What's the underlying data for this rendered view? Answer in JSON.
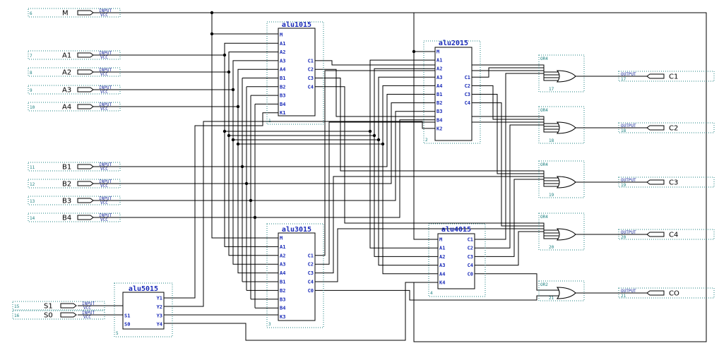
{
  "colors": {
    "wire": "#000000",
    "frame": "#1c8080",
    "text": "#1a2bb8"
  },
  "pin_texts": {
    "input": "INPUT",
    "vcc": "VCC",
    "output": "OUTPUT"
  },
  "inputs": [
    {
      "name": "M",
      "num": "6"
    },
    {
      "name": "A1",
      "num": "7"
    },
    {
      "name": "A2",
      "num": "8"
    },
    {
      "name": "A3",
      "num": "9"
    },
    {
      "name": "A4",
      "num": "10"
    },
    {
      "name": "B1",
      "num": "11"
    },
    {
      "name": "B2",
      "num": "12"
    },
    {
      "name": "B3",
      "num": "13"
    },
    {
      "name": "B4",
      "num": "14"
    },
    {
      "name": "S1",
      "num": "15"
    },
    {
      "name": "S0",
      "num": "16"
    }
  ],
  "outputs": [
    {
      "name": "C1",
      "num": "17"
    },
    {
      "name": "C2",
      "num": "18"
    },
    {
      "name": "C3",
      "num": "19"
    },
    {
      "name": "C4",
      "num": "20"
    },
    {
      "name": "CO",
      "num": "21"
    }
  ],
  "blocks": [
    {
      "id": "alu1",
      "title": "alu1015",
      "inst": "1",
      "left": [
        "M",
        "A1",
        "A2",
        "A3",
        "A4",
        "B1",
        "B2",
        "B3",
        "B4",
        "K1"
      ],
      "right": [
        "",
        "",
        "",
        "C1",
        "C2",
        "C3",
        "C4",
        "",
        "",
        ""
      ]
    },
    {
      "id": "alu2",
      "title": "alu2015",
      "inst": "2",
      "left": [
        "M",
        "A1",
        "A2",
        "A3",
        "A4",
        "B1",
        "B2",
        "B3",
        "B4",
        "K2"
      ],
      "right": [
        "",
        "",
        "",
        "C1",
        "C2",
        "C3",
        "C4",
        "",
        "",
        ""
      ]
    },
    {
      "id": "alu3",
      "title": "alu3015",
      "inst": "3",
      "left": [
        "M",
        "A1",
        "A2",
        "A3",
        "A4",
        "B1",
        "B2",
        "B3",
        "B4",
        "K3"
      ],
      "right": [
        "",
        "",
        "C1",
        "C2",
        "C3",
        "C4",
        "C0",
        "",
        "",
        ""
      ]
    },
    {
      "id": "alu4",
      "title": "alu4015",
      "inst": "4",
      "left": [
        "M",
        "A1",
        "A2",
        "A3",
        "A4",
        "K4"
      ],
      "right": [
        "C1",
        "C2",
        "C3",
        "C4",
        "C0",
        ""
      ]
    },
    {
      "id": "alu5",
      "title": "alu5015",
      "inst": "5",
      "left": [
        "",
        "",
        "S1",
        "S0",
        ""
      ],
      "right": [
        "Y1",
        "Y2",
        "Y3",
        "Y4",
        ""
      ]
    }
  ],
  "gates": [
    {
      "label": "OR4",
      "inst": "17"
    },
    {
      "label": "OR4",
      "inst": "18"
    },
    {
      "label": "OR4",
      "inst": "19"
    },
    {
      "label": "OR4",
      "inst": "20"
    },
    {
      "label": "OR2",
      "inst": "21"
    }
  ]
}
